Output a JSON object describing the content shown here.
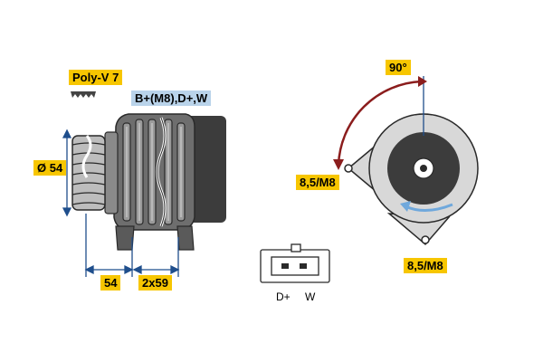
{
  "labels": {
    "poly_v": "Poly-V 7",
    "terminals": "B+(M8),D+,W",
    "pulley_diameter": "Ø 54",
    "dim_left": "54",
    "dim_right": "2x59",
    "angle": "90°",
    "mount_left": "8,5/M8",
    "mount_bottom": "8,5/M8",
    "pin_d_plus": "D+",
    "pin_w": "W"
  },
  "colors": {
    "label_yellow": "#f7c600",
    "label_blue": "#b9d3ea",
    "body_dark": "#3c3c3c",
    "body_mid": "#707070",
    "body_light": "#bdbdbd",
    "dimension_blue": "#1f4e8c",
    "angle_arrow": "#8b1d1d",
    "rotation_arrow": "#6fa8dc"
  },
  "icons": {
    "belt_profile": "poly-v-belt-icon",
    "rotation": "rotation-direction-arrow"
  }
}
